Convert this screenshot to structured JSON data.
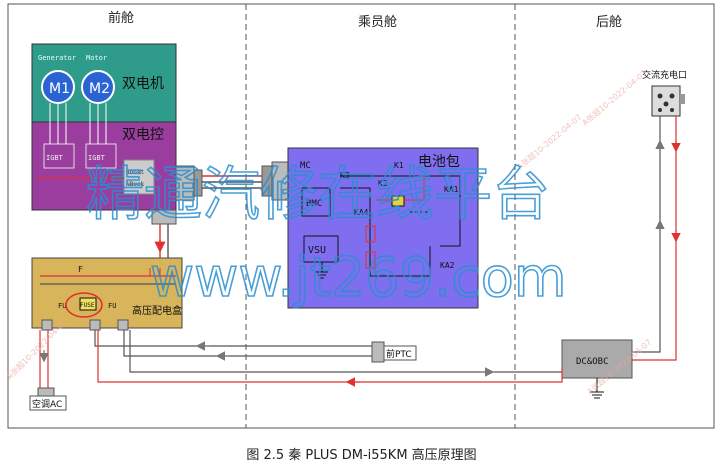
{
  "sections": {
    "front": "前舱",
    "passenger": "乘员舱",
    "rear": "后舱"
  },
  "dual_motor": {
    "generator_label": "Generator",
    "motor_label": "Motor",
    "m1": "M1",
    "m2": "M2",
    "title": "双电机"
  },
  "dual_controller": {
    "title": "双电控",
    "igbt1": "IGBT",
    "igbt2": "IGBT",
    "boost": "Boost",
    "buck": "&Buck"
  },
  "battery": {
    "title": "电池包",
    "mc": "MC",
    "bmc": "BMC",
    "vsu": "VSU",
    "k1": "K1",
    "k2": "K2",
    "k3": "K3",
    "ka1": "KA1",
    "ka2": "KA2",
    "ka4": "KA4"
  },
  "pdu": {
    "title": "高压配电盒",
    "fuse": "FUSE",
    "fu": "FU",
    "fu_left": "FU",
    "pre": "F"
  },
  "components": {
    "front_ptc": "前PTC",
    "ac": "空调AC",
    "dc_obc": "DC&OBC",
    "charge_port": "交流充电口"
  },
  "watermark": {
    "cn": "精通汽修在线平台",
    "url": "www.jt269.com",
    "stamp1": "A张超10-2022-04-07",
    "stamp2": "A张超10-2022-04-07",
    "stamp3": "A张超10-2022-04-07",
    "stamp4": "A张超10-2022-04-07"
  },
  "caption": "图 2.5 秦 PLUS DM-i55KM 高压原理图",
  "colors": {
    "motor_box": "#2f9b8a",
    "controller_box": "#9b3c9f",
    "battery_box": "#7f6ff0",
    "pdu_box": "#d8b55a",
    "hv_red": "#e03030",
    "watermark_blue": "#2a8fd0"
  }
}
